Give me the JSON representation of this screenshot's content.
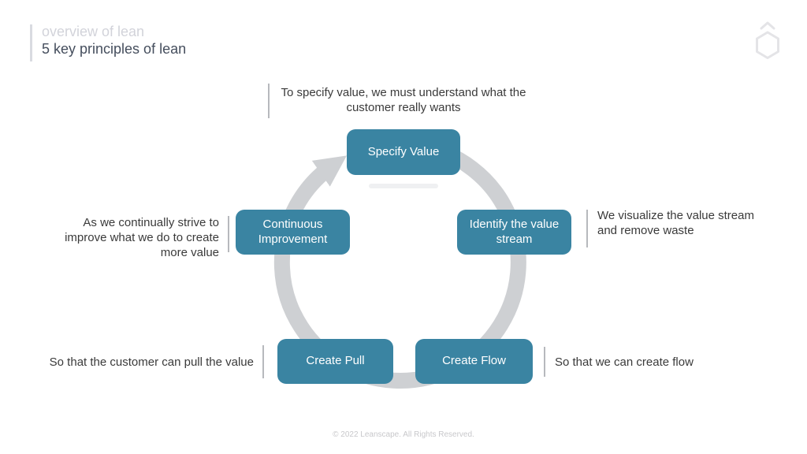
{
  "header": {
    "eyebrow": "overview of lean",
    "title": "5 key principles of lean"
  },
  "logo": {
    "name": "leanscape-hexagon-logo"
  },
  "diagram": {
    "type": "cycle",
    "direction": "clockwise",
    "principles": [
      {
        "id": "specify-value",
        "label": "Specify Value",
        "position": "top"
      },
      {
        "id": "identify-value-stream",
        "label": "Identify the value stream",
        "position": "right"
      },
      {
        "id": "create-flow",
        "label": "Create Flow",
        "position": "bottom-right"
      },
      {
        "id": "create-pull",
        "label": "Create Pull",
        "position": "bottom-left"
      },
      {
        "id": "continuous-improvement",
        "label": "Continuous Improvement",
        "position": "left"
      }
    ],
    "annotations": [
      {
        "for": "specify-value",
        "text": "To specify value, we must understand what the customer really wants"
      },
      {
        "for": "identify-value-stream",
        "text": "We visualize the value stream and remove waste"
      },
      {
        "for": "create-flow",
        "text": "So that we can create flow"
      },
      {
        "for": "create-pull",
        "text": "So that the customer can pull the value"
      },
      {
        "for": "continuous-improvement",
        "text": "As we continually strive to improve what we do to create more value"
      }
    ]
  },
  "footer": {
    "copyright": "© 2022 Leanscape. All Rights Reserved."
  },
  "colors": {
    "teal": "#3a84a2",
    "ring": "#ced0d3",
    "text": "#3a3a3a",
    "line": "#b7b9bd",
    "muted": "#d2d3da",
    "title": "#454e5d",
    "logo": "#e4e4e7"
  }
}
